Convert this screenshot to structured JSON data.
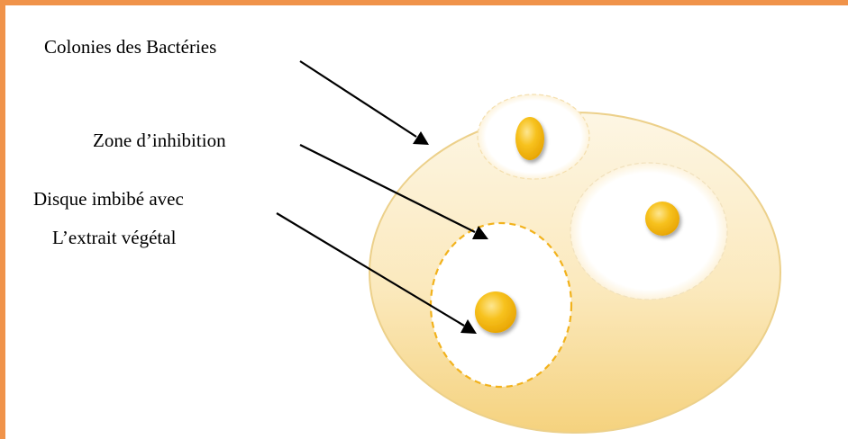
{
  "labels": {
    "colonies": "Colonies des Bactéries",
    "zone_inhibition": "Zone d’inhibition",
    "disque_line1": "Disque imbibé avec",
    "disque_line2": "L’extrait végétal"
  },
  "colors": {
    "frame": "#f0934a",
    "petri_fill_top": "#fdf4de",
    "petri_fill_bottom": "#f6d98a",
    "petri_stroke": "#e9c46a",
    "disc": "#f5b80f",
    "disc_highlight": "#fde38a",
    "zone_dash": "#f2b21c"
  }
}
